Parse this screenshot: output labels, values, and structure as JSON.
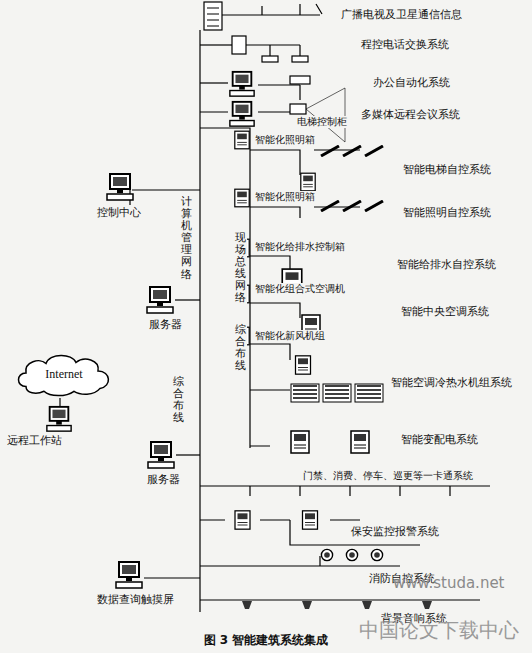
{
  "diagram": {
    "caption": "图 3  智能建筑系统集成",
    "nodes": [
      {
        "text": [
          "Internet"
        ]
      }
    ],
    "labels": [
      "广播电视及卫星通信信息",
      "程控电话交换系统",
      "办公自动化系统",
      "多媒体远程会议系统",
      "电梯控制柜",
      "智能化照明箱",
      "智能电梯自控系统",
      "智能化照明箱",
      "智能照明自控系统",
      "计算机管理网络",
      "控制中心",
      "智能化给排水控制箱",
      "现场总线网络",
      "智能给排水自控系统",
      "智能化组合式空调机",
      "智能中央空调系统",
      "服务器",
      "智能化新风机组",
      "综合布线",
      "综合布线",
      "智能空调冷热水机组系统",
      "远程工作站",
      "智能变配电系统",
      "服务器",
      "门禁、消费、停车、巡更等一卡通系统",
      "保安监控报警系统",
      "消防自控系统",
      "www.studa.net",
      "数据查询触摸屏",
      "背景音响系统",
      "中国论文下载中心"
    ]
  }
}
